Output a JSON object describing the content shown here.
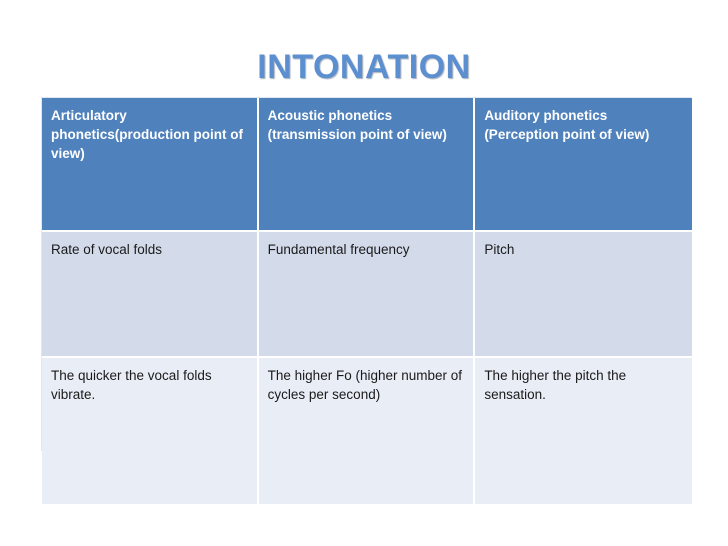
{
  "slide": {
    "title": "INTONATION",
    "background_color": "#ffffff",
    "title_color": "#5b8fd0"
  },
  "table": {
    "header_bg": "#4f81bd",
    "header_text_color": "#ffffff",
    "row2_bg": "#d3daea",
    "row3_bg": "#e9edf6",
    "columns": [
      "Articulatory phonetics(production point of view)",
      "Acoustic phonetics (transmission point of view)",
      "Auditory phonetics (Perception point of view)"
    ],
    "rows": [
      {
        "cells": [
          "Rate of vocal folds",
          "Fundamental frequency",
          "Pitch"
        ]
      },
      {
        "cells": [
          "The quicker the vocal folds vibrate.",
          "The higher Fo (higher number of cycles per second)",
          "The higher the pitch the sensation."
        ]
      }
    ]
  }
}
